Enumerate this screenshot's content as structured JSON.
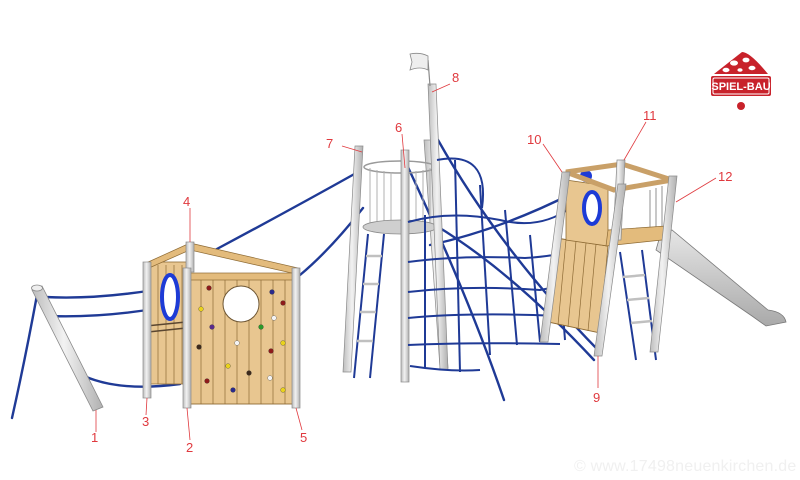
{
  "illustration": {
    "subject": "Playground combination: climbing wall house, crow's nest tower with cargo net, play tower with slide",
    "colors": {
      "wood": "#e8c690",
      "wood_dark": "#b48b4e",
      "post": "#d8d8d8",
      "post_edge": "#8a8a8a",
      "rope": "#1f3a96",
      "callout": "#e0393e",
      "logo_red": "#c8222b"
    }
  },
  "callouts": [
    {
      "number": "1",
      "target": "slanted-rope-post"
    },
    {
      "number": "2",
      "target": "climbing-wall-front-left-post"
    },
    {
      "number": "3",
      "target": "house-rear-left-post"
    },
    {
      "number": "4",
      "target": "house-roof-ridge-post"
    },
    {
      "number": "5",
      "target": "climbing-wall-front-right-post"
    },
    {
      "number": "6",
      "target": "crows-nest-center-post"
    },
    {
      "number": "7",
      "target": "crows-nest-left-post"
    },
    {
      "number": "8",
      "target": "flag-mast"
    },
    {
      "number": "9",
      "target": "tower-front-post"
    },
    {
      "number": "10",
      "target": "tower-left-post"
    },
    {
      "number": "11",
      "target": "tower-rear-post"
    },
    {
      "number": "12",
      "target": "tower-right-post"
    }
  ],
  "logo": {
    "text": "SPIEL-BAU"
  },
  "watermark": {
    "text": "© www.17498neuenkirchen.de"
  }
}
